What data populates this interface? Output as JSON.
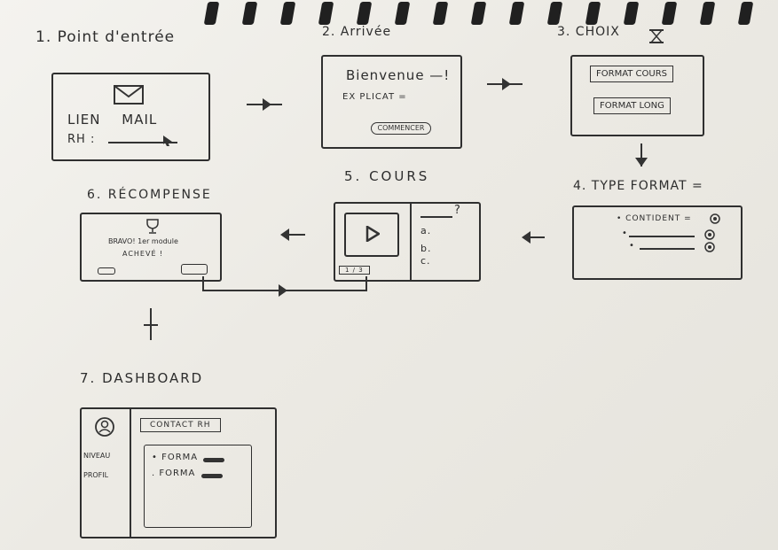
{
  "steps": {
    "s1": {
      "title": "1. Point d'entrée",
      "l1": "LIEN MAIL",
      "l2": "RH :"
    },
    "s2": {
      "title": "2. Arrivée",
      "l1": "Bienvenue —!",
      "l2": "EX PLICAT =",
      "btn": "COMMENCER"
    },
    "s3": {
      "title": "3. CHOIX",
      "opt1": "FORMAT COURS",
      "opt2": "FORMAT LONG"
    },
    "s4": {
      "title": "4. TYPE FORMAT =",
      "item1": "• CONTIDENT ="
    },
    "s5": {
      "title": "5. COURS",
      "q": "?",
      "a": "a.",
      "b": "b.",
      "c": "c.",
      "bar": "1 / 3"
    },
    "s6": {
      "title": "6. RÉCOMPENSE",
      "l1": "BRAVO! 1er module",
      "l2": "ACHEVÉ !"
    },
    "s7": {
      "title": "7. DASHBOARD",
      "contact": "CONTACT RH",
      "niveau": "NIVEAU",
      "profil": "PROFIL",
      "f1": "• FORMA",
      "f2": ". FORMA"
    }
  },
  "icons": [
    "envelope-icon",
    "play-icon",
    "trophy-icon",
    "user-icon",
    "hourglass-icon",
    "radio-icon"
  ]
}
